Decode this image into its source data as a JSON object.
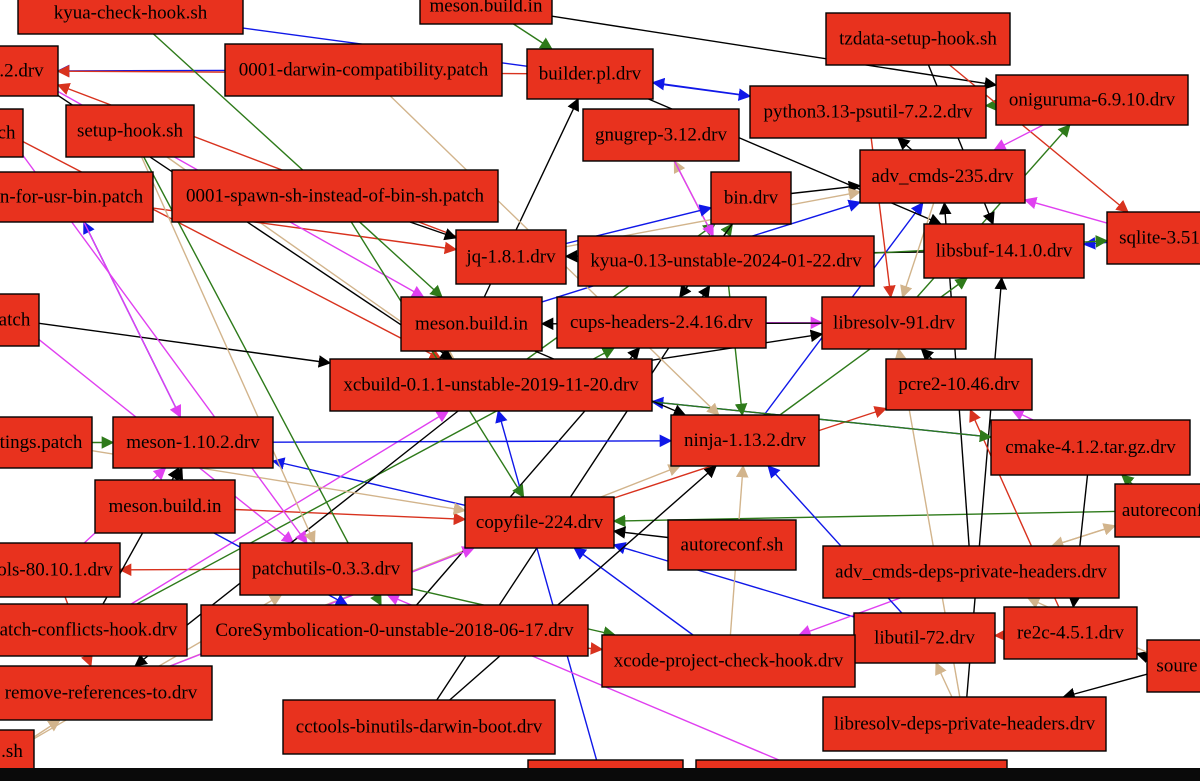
{
  "colors": {
    "node_fill": "#e8321e",
    "node_border": "#000000",
    "edge_black": "#000000",
    "edge_blue": "#1018e8",
    "edge_green": "#2e7a1a",
    "edge_red": "#d8321e",
    "edge_magenta": "#e040f0",
    "edge_tan": "#d2b48c",
    "background": "#ffffff"
  },
  "nodes": [
    {
      "id": "n1",
      "label": "kyua-check-hook.sh"
    },
    {
      "id": "n2",
      "label": "meson.build.in"
    },
    {
      "id": "n3",
      "label": "tzdata-setup-hook.sh"
    },
    {
      "id": "n4",
      "label": ".2.drv"
    },
    {
      "id": "n5",
      "label": "0001-darwin-compatibility.patch"
    },
    {
      "id": "n6",
      "label": "builder.pl.drv"
    },
    {
      "id": "n7",
      "label": "oniguruma-6.9.10.drv"
    },
    {
      "id": "n8",
      "label": "python3.13-psutil-7.2.2.drv"
    },
    {
      "id": "n9",
      "label": "ch"
    },
    {
      "id": "n10",
      "label": "setup-hook.sh"
    },
    {
      "id": "n11",
      "label": "gnugrep-3.12.drv"
    },
    {
      "id": "n12",
      "label": "adv_cmds-235.drv"
    },
    {
      "id": "n13",
      "label": "n-for-usr-bin.patch"
    },
    {
      "id": "n14",
      "label": "0001-spawn-sh-instead-of-bin-sh.patch"
    },
    {
      "id": "n15",
      "label": "bin.drv"
    },
    {
      "id": "n16",
      "label": "jq-1.8.1.drv"
    },
    {
      "id": "n17",
      "label": "kyua-0.13-unstable-2024-01-22.drv"
    },
    {
      "id": "n18",
      "label": "libsbuf-14.1.0.drv"
    },
    {
      "id": "n19",
      "label": "sqlite-3.51"
    },
    {
      "id": "n20",
      "label": "atch"
    },
    {
      "id": "n21",
      "label": "meson.build.in"
    },
    {
      "id": "n22",
      "label": "cups-headers-2.4.16.drv"
    },
    {
      "id": "n23",
      "label": "libresolv-91.drv"
    },
    {
      "id": "n24",
      "label": "xcbuild-0.1.1-unstable-2019-11-20.drv"
    },
    {
      "id": "n25",
      "label": "pcre2-10.46.drv"
    },
    {
      "id": "n26",
      "label": "tings.patch"
    },
    {
      "id": "n27",
      "label": "meson-1.10.2.drv"
    },
    {
      "id": "n28",
      "label": "ninja-1.13.2.drv"
    },
    {
      "id": "n29",
      "label": "cmake-4.1.2.tar.gz.drv"
    },
    {
      "id": "n30",
      "label": "meson.build.in"
    },
    {
      "id": "n31",
      "label": "copyfile-224.drv"
    },
    {
      "id": "n32",
      "label": "autoreconf.sh"
    },
    {
      "id": "n33",
      "label": "autoreconf"
    },
    {
      "id": "n34",
      "label": "ols-80.10.1.drv"
    },
    {
      "id": "n35",
      "label": "patchutils-0.3.3.drv"
    },
    {
      "id": "n36",
      "label": "adv_cmds-deps-private-headers.drv"
    },
    {
      "id": "n37",
      "label": "atch-conflicts-hook.drv"
    },
    {
      "id": "n38",
      "label": "CoreSymbolication-0-unstable-2018-06-17.drv"
    },
    {
      "id": "n39",
      "label": "libutil-72.drv"
    },
    {
      "id": "n40",
      "label": "re2c-4.5.1.drv"
    },
    {
      "id": "n41",
      "label": "xcode-project-check-hook.drv"
    },
    {
      "id": "n42",
      "label": "soure"
    },
    {
      "id": "n43",
      "label": "remove-references-to.drv"
    },
    {
      "id": "n44",
      "label": "cctools-binutils-darwin-boot.drv"
    },
    {
      "id": "n45",
      "label": "libresolv-deps-private-headers.drv"
    },
    {
      "id": "n46",
      "label": ".sh"
    },
    {
      "id": "n47",
      "label": ""
    },
    {
      "id": "n48",
      "label": ""
    }
  ],
  "edges": [
    {
      "from": "n5",
      "to": "n4",
      "color": "blue"
    },
    {
      "from": "n1",
      "to": "n8",
      "color": "blue"
    },
    {
      "from": "n2",
      "to": "n6",
      "color": "green"
    },
    {
      "from": "n6",
      "to": "n4",
      "color": "red"
    },
    {
      "from": "n8",
      "to": "n6",
      "color": "blue"
    },
    {
      "from": "n16",
      "to": "n4",
      "color": "red"
    },
    {
      "from": "n14",
      "to": "n16",
      "color": "black"
    },
    {
      "from": "n17",
      "to": "n11",
      "color": "tan"
    },
    {
      "from": "n21",
      "to": "n6",
      "color": "black"
    },
    {
      "from": "n24",
      "to": "n15",
      "color": "green"
    },
    {
      "from": "n27",
      "to": "n13",
      "color": "blue"
    },
    {
      "from": "n31",
      "to": "n27",
      "color": "blue"
    },
    {
      "from": "n28",
      "to": "n12",
      "color": "blue"
    },
    {
      "from": "n23",
      "to": "n7",
      "color": "green"
    },
    {
      "from": "n25",
      "to": "n23",
      "color": "black"
    },
    {
      "from": "n29",
      "to": "n24",
      "color": "blue"
    },
    {
      "from": "n33",
      "to": "n31",
      "color": "green"
    },
    {
      "from": "n35",
      "to": "n34",
      "color": "red"
    },
    {
      "from": "n41",
      "to": "n31",
      "color": "blue"
    },
    {
      "from": "n39",
      "to": "n31",
      "color": "blue"
    },
    {
      "from": "n36",
      "to": "n12",
      "color": "black"
    },
    {
      "from": "n45",
      "to": "n18",
      "color": "black"
    },
    {
      "from": "n40",
      "to": "n39",
      "color": "red"
    },
    {
      "from": "n44",
      "to": "n28",
      "color": "black"
    },
    {
      "from": "n38",
      "to": "n41",
      "color": "red"
    },
    {
      "from": "n43",
      "to": "n28",
      "color": "tan"
    },
    {
      "from": "n37",
      "to": "n24",
      "color": "magenta"
    },
    {
      "from": "n30",
      "to": "n27",
      "color": "black"
    },
    {
      "from": "n22",
      "to": "n23",
      "color": "magenta"
    },
    {
      "from": "n24",
      "to": "n23",
      "color": "black"
    },
    {
      "from": "n28",
      "to": "n18",
      "color": "green"
    },
    {
      "from": "n31",
      "to": "n25",
      "color": "red"
    },
    {
      "from": "n32",
      "to": "n31",
      "color": "black"
    },
    {
      "from": "n19",
      "to": "n18",
      "color": "blue"
    },
    {
      "from": "n18",
      "to": "n16",
      "color": "black"
    },
    {
      "from": "n15",
      "to": "n12",
      "color": "black"
    },
    {
      "from": "n12",
      "to": "n8",
      "color": "black"
    },
    {
      "from": "n7",
      "to": "n8",
      "color": "green"
    },
    {
      "from": "n42",
      "to": "n40",
      "color": "black"
    },
    {
      "from": "n45",
      "to": "n23",
      "color": "tan"
    },
    {
      "from": "n36",
      "to": "n41",
      "color": "magenta"
    },
    {
      "from": "n10",
      "to": "n24",
      "color": "tan"
    },
    {
      "from": "n26",
      "to": "n27",
      "color": "green"
    },
    {
      "from": "n20",
      "to": "n35",
      "color": "magenta"
    },
    {
      "from": "n9",
      "to": "n24",
      "color": "red"
    },
    {
      "from": "n44",
      "to": "n17",
      "color": "black"
    },
    {
      "from": "n38",
      "to": "n22",
      "color": "black"
    },
    {
      "from": "n41",
      "to": "n28",
      "color": "tan"
    },
    {
      "from": "n3",
      "to": "n18",
      "color": "black"
    },
    {
      "from": "n47",
      "to": "n24",
      "color": "blue"
    },
    {
      "from": "n48",
      "to": "n35",
      "color": "magenta"
    },
    {
      "from": "n46",
      "to": "n35",
      "color": "tan"
    },
    {
      "from": "n27",
      "to": "n28",
      "color": "blue"
    },
    {
      "from": "n35",
      "to": "n41",
      "color": "green"
    },
    {
      "from": "n23",
      "to": "n21",
      "color": "black"
    },
    {
      "from": "n42",
      "to": "n36",
      "color": "tan"
    },
    {
      "from": "n29",
      "to": "n25",
      "color": "magenta"
    },
    {
      "from": "n22",
      "to": "n15",
      "color": "green"
    },
    {
      "from": "n30",
      "to": "n31",
      "color": "red"
    },
    {
      "from": "n34",
      "to": "n27",
      "color": "magenta"
    },
    {
      "from": "n21",
      "to": "n12",
      "color": "blue"
    },
    {
      "from": "n13",
      "to": "n16",
      "color": "red"
    },
    {
      "from": "n11",
      "to": "n17",
      "color": "magenta"
    },
    {
      "from": "n43",
      "to": "n31",
      "color": "magenta"
    },
    {
      "from": "n6",
      "to": "n18",
      "color": "black"
    },
    {
      "from": "n2",
      "to": "n7",
      "color": "black"
    },
    {
      "from": "n36",
      "to": "n33",
      "color": "tan"
    },
    {
      "from": "n39",
      "to": "n28",
      "color": "blue"
    },
    {
      "from": "n40",
      "to": "n25",
      "color": "red"
    },
    {
      "from": "n24",
      "to": "n29",
      "color": "green"
    },
    {
      "from": "n16",
      "to": "n12",
      "color": "tan"
    },
    {
      "from": "n17",
      "to": "n19",
      "color": "green"
    },
    {
      "from": "n19",
      "to": "n12",
      "color": "magenta"
    },
    {
      "from": "n37",
      "to": "n22",
      "color": "green"
    },
    {
      "from": "n4",
      "to": "n21",
      "color": "magenta"
    },
    {
      "from": "n5",
      "to": "n28",
      "color": "tan"
    },
    {
      "from": "n14",
      "to": "n31",
      "color": "green"
    },
    {
      "from": "n24",
      "to": "n43",
      "color": "black"
    },
    {
      "from": "n10",
      "to": "n38",
      "color": "green"
    },
    {
      "from": "n20",
      "to": "n24",
      "color": "black"
    },
    {
      "from": "n8",
      "to": "n23",
      "color": "red"
    },
    {
      "from": "n34",
      "to": "n43",
      "color": "red"
    },
    {
      "from": "n37",
      "to": "n27",
      "color": "black"
    },
    {
      "from": "n30",
      "to": "n38",
      "color": "blue"
    },
    {
      "from": "n26",
      "to": "n31",
      "color": "tan"
    },
    {
      "from": "n9",
      "to": "n35",
      "color": "magenta"
    },
    {
      "from": "n33",
      "to": "n36",
      "color": "tan"
    },
    {
      "from": "n42",
      "to": "n45",
      "color": "black"
    },
    {
      "from": "n3",
      "to": "n19",
      "color": "red"
    },
    {
      "from": "n7",
      "to": "n12",
      "color": "magenta"
    },
    {
      "from": "n15",
      "to": "n22",
      "color": "black"
    },
    {
      "from": "n41",
      "to": "n39",
      "color": "magenta"
    },
    {
      "from": "n45",
      "to": "n39",
      "color": "tan"
    },
    {
      "from": "n1",
      "to": "n21",
      "color": "green"
    },
    {
      "from": "n4",
      "to": "n24",
      "color": "black"
    },
    {
      "from": "n13",
      "to": "n27",
      "color": "magenta"
    },
    {
      "from": "n10",
      "to": "n35",
      "color": "tan"
    },
    {
      "from": "n46",
      "to": "n43",
      "color": "tan"
    },
    {
      "from": "n29",
      "to": "n40",
      "color": "black"
    },
    {
      "from": "n33",
      "to": "n29",
      "color": "green"
    },
    {
      "from": "n12",
      "to": "n23",
      "color": "tan"
    },
    {
      "from": "n17",
      "to": "n28",
      "color": "green"
    },
    {
      "from": "n16",
      "to": "n15",
      "color": "blue"
    },
    {
      "from": "n21",
      "to": "n28",
      "color": "black"
    }
  ]
}
